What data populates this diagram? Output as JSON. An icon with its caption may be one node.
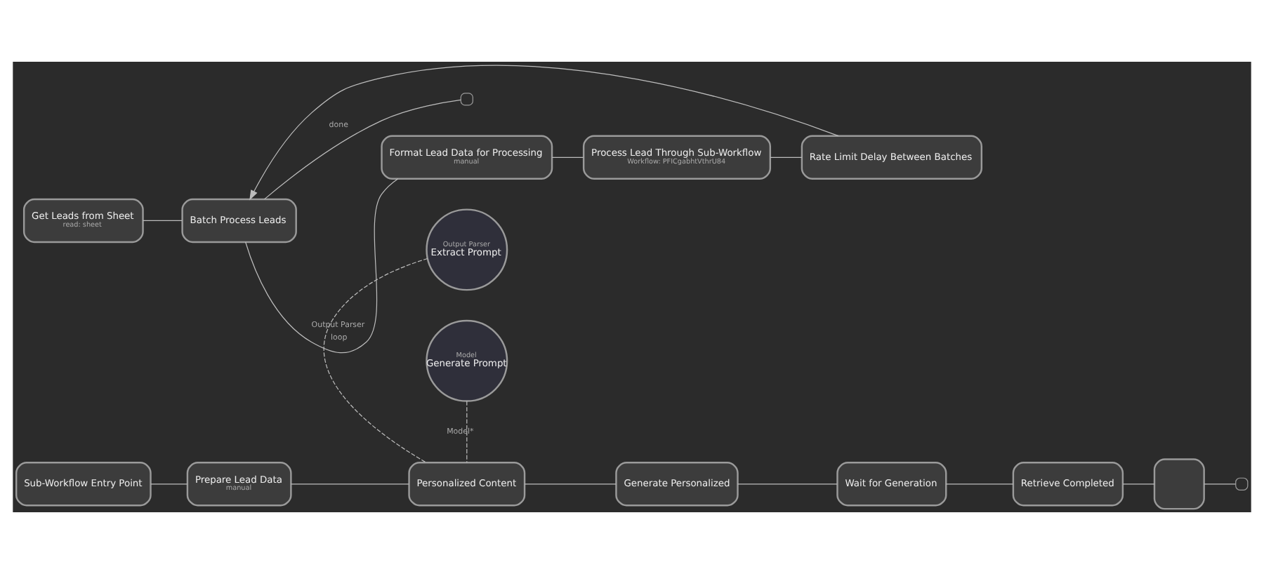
{
  "diagram": {
    "nodes": [
      {
        "text": [
          "Get Leads from Sheet",
          "read: sheet"
        ]
      },
      {
        "text": [
          "Batch Process Leads"
        ]
      },
      {
        "text": [
          "Format Lead Data for Processing",
          "manual"
        ]
      },
      {
        "text": [
          "Process Lead Through Sub-Workflow",
          "Workflow: PFICgabhtVthrU84"
        ]
      },
      {
        "text": [
          "Rate Limit Delay Between Batches"
        ]
      },
      {
        "text": [],
        "shape": "box"
      },
      {
        "text": [
          "Sub-Workflow Entry Point"
        ]
      },
      {
        "text": [
          "Prepare Lead Data",
          "manual"
        ]
      },
      {
        "text": [
          "Personalized Content"
        ]
      },
      {
        "text": [
          "Generate Personalized"
        ]
      },
      {
        "text": [
          "Wait for Generation"
        ]
      },
      {
        "text": [
          "Retrieve Completed"
        ]
      },
      {
        "text": [],
        "shape": "box"
      },
      {
        "text": [],
        "shape": "box"
      },
      {
        "text": [
          "Model",
          "Generate Prompt"
        ]
      },
      {
        "text": [
          "Output Parser",
          "Extract Prompt"
        ]
      }
    ],
    "edges": [
      {
        "from": 0,
        "to": 1,
        "arrow": "none"
      },
      {
        "from": 1,
        "to": 5,
        "arrow": "none",
        "label": "done"
      },
      {
        "from": 1,
        "to": 2,
        "arrow": "none",
        "label": "loop"
      },
      {
        "from": 2,
        "to": 3,
        "arrow": "none"
      },
      {
        "from": 3,
        "to": 4,
        "arrow": "none"
      },
      {
        "from": 4,
        "to": 1,
        "arrow": "to"
      },
      {
        "from": 6,
        "to": 7,
        "arrow": "none"
      },
      {
        "from": 7,
        "to": 8,
        "arrow": "none"
      },
      {
        "from": 8,
        "to": 9,
        "arrow": "none"
      },
      {
        "from": 9,
        "to": 10,
        "arrow": "none"
      },
      {
        "from": 10,
        "to": 11,
        "arrow": "none"
      },
      {
        "from": 11,
        "to": 12,
        "arrow": "none"
      },
      {
        "from": 12,
        "to": 13,
        "arrow": "none"
      },
      {
        "from": 14,
        "to": 8,
        "arrow": "none",
        "style": "dashed",
        "label": "Model*"
      },
      {
        "from": 15,
        "to": 8,
        "arrow": "none",
        "style": "dashed",
        "label": "Output Parser"
      }
    ]
  }
}
